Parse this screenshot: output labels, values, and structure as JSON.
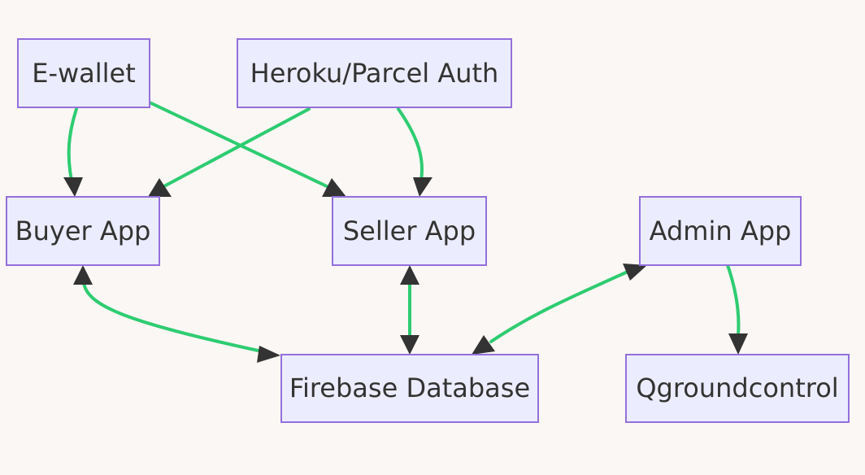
{
  "diagram": {
    "nodes": {
      "ewallet": "E-wallet",
      "auth": "Heroku/Parcel Auth",
      "buyer": "Buyer App",
      "seller": "Seller App",
      "admin": "Admin App",
      "firebase": "Firebase Database",
      "qground": "Qgroundcontrol"
    },
    "edges": [
      {
        "from": "E-wallet",
        "to": "Buyer App",
        "direction": "one-way"
      },
      {
        "from": "E-wallet",
        "to": "Seller App",
        "direction": "one-way"
      },
      {
        "from": "Heroku/Parcel Auth",
        "to": "Buyer App",
        "direction": "one-way"
      },
      {
        "from": "Heroku/Parcel Auth",
        "to": "Seller App",
        "direction": "one-way"
      },
      {
        "from": "Buyer App",
        "to": "Firebase Database",
        "direction": "two-way"
      },
      {
        "from": "Seller App",
        "to": "Firebase Database",
        "direction": "two-way"
      },
      {
        "from": "Admin App",
        "to": "Firebase Database",
        "direction": "two-way"
      },
      {
        "from": "Admin App",
        "to": "Qgroundcontrol",
        "direction": "one-way"
      }
    ],
    "colors": {
      "edge": "#2ecc71",
      "node_fill": "#ececff",
      "node_border": "#9370db",
      "arrowhead": "#333333",
      "background": "#faf7f4"
    }
  }
}
